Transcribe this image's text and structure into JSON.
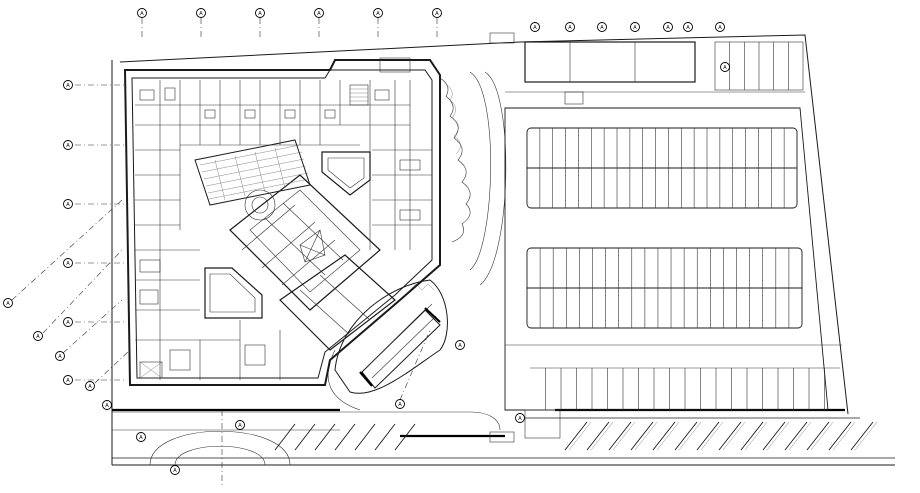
{
  "drawing": {
    "type": "architectural site floor plan",
    "background": "#ffffff",
    "line_color": "#1a1a1a"
  },
  "grid_bubbles": {
    "top": [
      "A",
      "A",
      "A",
      "A",
      "A",
      "A"
    ],
    "top_right": [
      "A",
      "A",
      "A",
      "A",
      "A",
      "A",
      "A"
    ],
    "left": [
      "A",
      "A",
      "A",
      "A",
      "A",
      "A",
      "A"
    ],
    "left_diagonal": [
      "A",
      "A",
      "A",
      "A"
    ],
    "bottom": [
      "A",
      "A",
      "A",
      "A"
    ],
    "right": [
      "A",
      "A",
      "A"
    ]
  },
  "parking": {
    "upper_row_stalls": 21,
    "lower_row_stalls": 21,
    "bottom_row_stalls": 20,
    "bottom_angled_stalls": 14,
    "top_right_stalls": 6
  }
}
